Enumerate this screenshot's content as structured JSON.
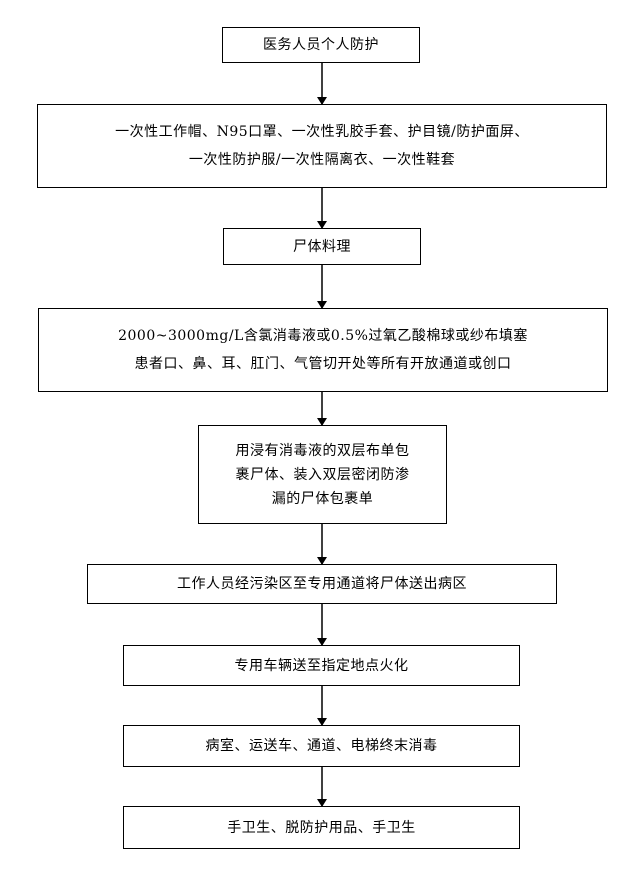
{
  "steps": [
    {
      "lines": [
        "医务人员个人防护"
      ]
    },
    {
      "lines": [
        "一次性工作帽、N95口罩、一次性乳胶手套、护目镜/防护面屏、",
        "一次性防护服/一次性隔离衣、一次性鞋套"
      ]
    },
    {
      "lines": [
        "尸体料理"
      ]
    },
    {
      "lines": [
        "2000~3000mg/L含氯消毒液或0.5%过氧乙酸棉球或纱布填塞",
        "患者口、鼻、耳、肛门、气管切开处等所有开放通道或创口"
      ]
    },
    {
      "lines": [
        "用浸有消毒液的双层布单包",
        "裹尸体、装入双层密闭防渗",
        "漏的尸体包裹单"
      ]
    },
    {
      "lines": [
        "工作人员经污染区至专用通道将尸体送出病区"
      ]
    },
    {
      "lines": [
        "专用车辆送至指定地点火化"
      ]
    },
    {
      "lines": [
        "病室、运送车、通道、电梯终末消毒"
      ]
    },
    {
      "lines": [
        "手卫生、脱防护用品、手卫生"
      ]
    }
  ]
}
